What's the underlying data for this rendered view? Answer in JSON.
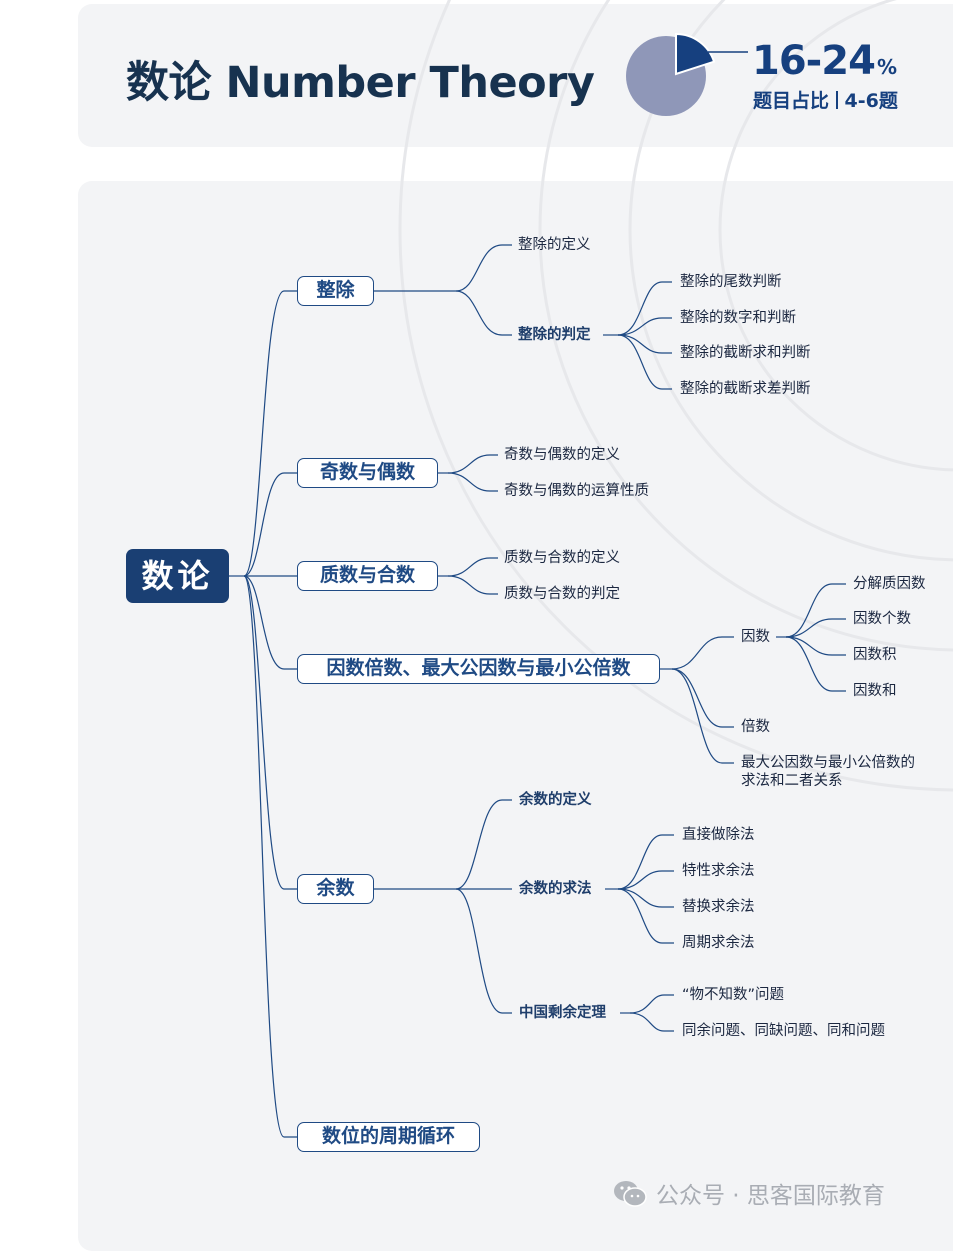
{
  "header": {
    "title": "数论 Number Theory",
    "percent_range": "16-24",
    "percent_unit": "%",
    "share_label": "题目占比",
    "question_count": "4-6题"
  },
  "pie_share": {
    "highlight_fraction": 0.2
  },
  "colors": {
    "navy": "#1a3f73",
    "accent_blue": "#16407f",
    "pie_gray": "#8f97b8",
    "line": "#1f4a84"
  },
  "mindmap": {
    "root": "数论",
    "branches": {
      "divisibility": {
        "label": "整除",
        "children": {
          "definition": "整除的定义",
          "judgement": "整除的判定"
        },
        "judgement_methods": [
          "整除的尾数判断",
          "整除的数字和判断",
          "整除的截断求和判断",
          "整除的截断求差判断"
        ]
      },
      "odd_even": {
        "label": "奇数与偶数",
        "children": [
          "奇数与偶数的定义",
          "奇数与偶数的运算性质"
        ]
      },
      "prime_composite": {
        "label": "质数与合数",
        "children": [
          "质数与合数的定义",
          "质数与合数的判定"
        ]
      },
      "factor_multiple": {
        "label": "因数倍数、最大公因数与最小公倍数",
        "children": {
          "factor": "因数",
          "multiple": "倍数",
          "gcd_lcm_line1": "最大公因数与最小公倍数的",
          "gcd_lcm_line2": "求法和二者关系"
        },
        "factor_items": [
          "分解质因数",
          "因数个数",
          "因数积",
          "因数和"
        ]
      },
      "remainder": {
        "label": "余数",
        "children": {
          "definition": "余数的定义",
          "methods": "余数的求法",
          "crt": "中国剩余定理"
        },
        "method_items": [
          "直接做除法",
          "特性求余法",
          "替换求余法",
          "周期求余法"
        ],
        "crt_items": [
          "“物不知数”问题",
          "同余问题、同缺问题、同和问题"
        ]
      },
      "digit_cycle": {
        "label": "数位的周期循环"
      }
    }
  },
  "footer": {
    "text": "公众号 · 思客国际教育"
  }
}
